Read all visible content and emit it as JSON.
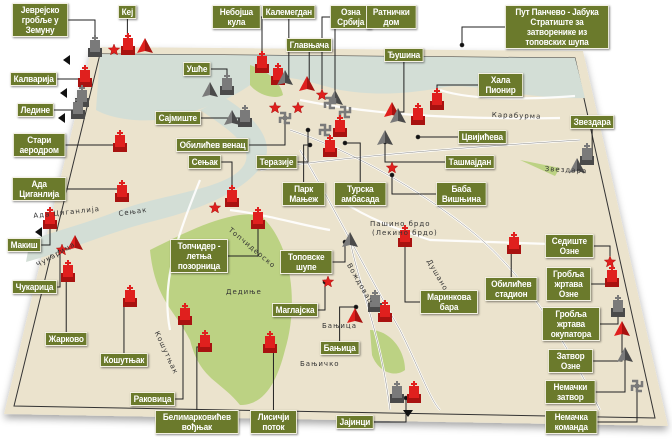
{
  "colors": {
    "label_bg": "#6b7a2c",
    "board": "#ece4cf",
    "river": "#cfdcd6",
    "park": "#b7cf7a",
    "red_marker": "#e0201e",
    "gray_marker": "#6d6d6d"
  },
  "labels": [
    "Јеврејско гробље у Земуну",
    "Кеј",
    "Небојша кула",
    "Калемегдан",
    "Озна Србија",
    "Ратнички дом",
    "Главњача",
    "Ђушина",
    "Пут Панчево - Јабука Стратиште за затворенике из топовских шупа",
    "Калварија",
    "Ушће",
    "Хала Пионир",
    "Ледине",
    "Сајмиште",
    "Стари аеродром",
    "Обилићев венац",
    "Звездара",
    "Цвијићева",
    "Сењак",
    "Теразије",
    "Ташмајдан",
    "Ада Циганлија",
    "Парк Мањеж",
    "Турска амбасада",
    "Баба Вишњина",
    "Макиш",
    "Топчидер - летња позорница",
    "Топовске шупе",
    "Седиште Озне",
    "Чукарица",
    "Обилићев стадион",
    "Маринкова бара",
    "Гробља жртава Озне",
    "Жарково",
    "Маглајска",
    "Гробља жртава окупатора",
    "Кошутњак",
    "Бањица",
    "Затвор Озне",
    "Раковица",
    "Немачки затвор",
    "Белимарковићев вођњак",
    "Лисичји поток",
    "Јајинци",
    "Немачка команда"
  ],
  "map_names": [
    "Карабурма",
    "Звездара",
    "Сењак",
    "Ада Циганлија",
    "Чукарица",
    "Топчидерско",
    "Дедиње",
    "Кошутњак",
    "Пашино брдо",
    "(Лекино брдо)",
    "Душановац",
    "Вождовац",
    "Бањичко",
    "Бањица"
  ]
}
